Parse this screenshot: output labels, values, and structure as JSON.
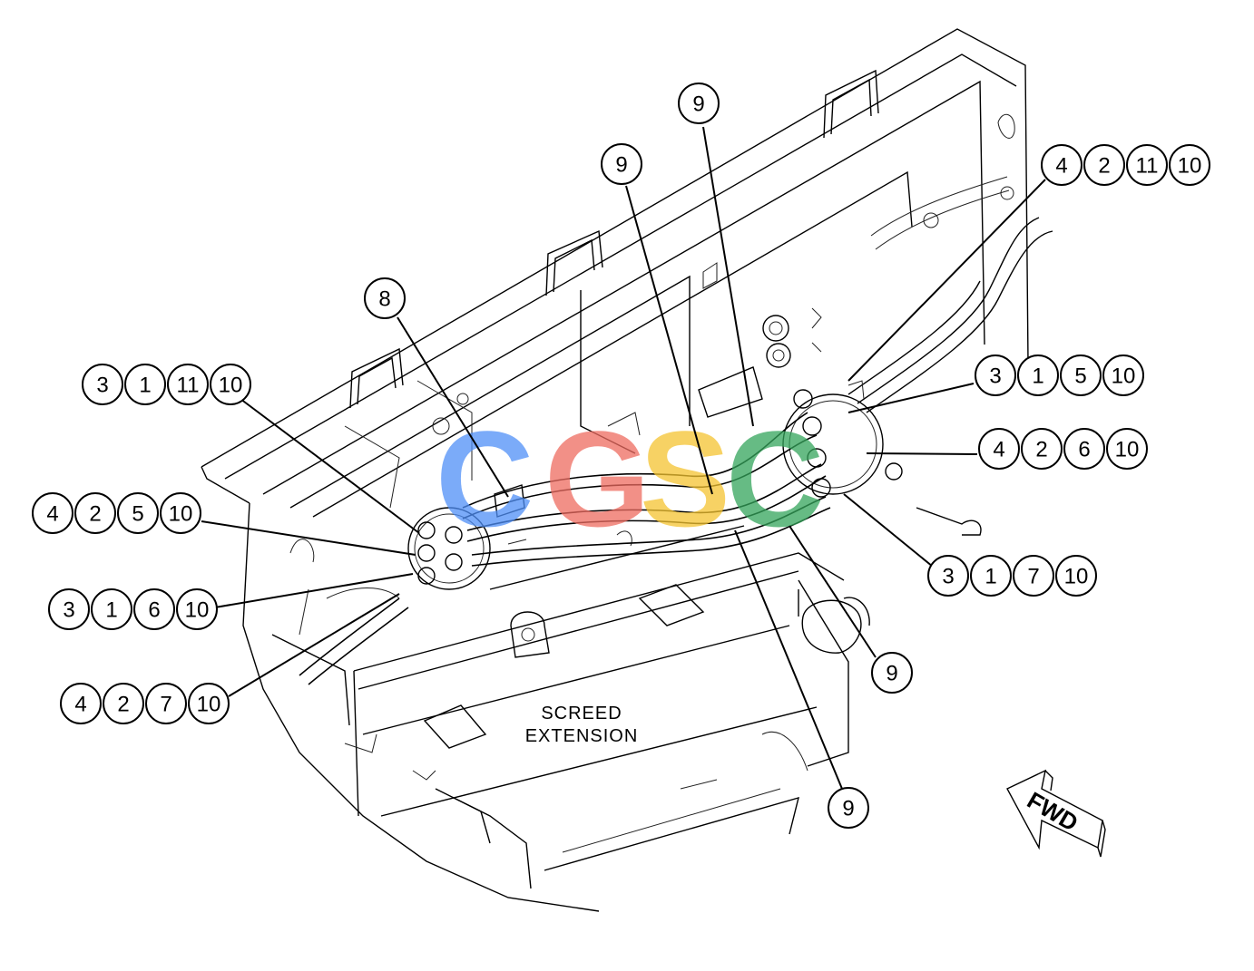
{
  "diagram": {
    "screed_label_line1": "SCREED",
    "screed_label_line2": "EXTENSION",
    "fwd_label": "FWD",
    "watermark": {
      "letters": [
        "C",
        "G",
        "S",
        "C"
      ],
      "colors": [
        "#4f8ff7",
        "#ee6b60",
        "#f5c431",
        "#34a55b"
      ]
    },
    "callout_groups": [
      {
        "id": "top-9",
        "numbers": [
          "9"
        ]
      },
      {
        "id": "upper-9",
        "numbers": [
          "9"
        ]
      },
      {
        "id": "callout-8",
        "numbers": [
          "8"
        ]
      },
      {
        "id": "right-top",
        "numbers": [
          "4",
          "2",
          "11",
          "10"
        ]
      },
      {
        "id": "right-3-1-5",
        "numbers": [
          "3",
          "1",
          "5",
          "10"
        ]
      },
      {
        "id": "right-4-2-6",
        "numbers": [
          "4",
          "2",
          "6",
          "10"
        ]
      },
      {
        "id": "right-3-1-7",
        "numbers": [
          "3",
          "1",
          "7",
          "10"
        ]
      },
      {
        "id": "left-3-1-11",
        "numbers": [
          "3",
          "1",
          "11",
          "10"
        ]
      },
      {
        "id": "left-4-2-5",
        "numbers": [
          "4",
          "2",
          "5",
          "10"
        ]
      },
      {
        "id": "left-3-1-6",
        "numbers": [
          "3",
          "1",
          "6",
          "10"
        ]
      },
      {
        "id": "left-4-2-7",
        "numbers": [
          "4",
          "2",
          "7",
          "10"
        ]
      },
      {
        "id": "lower-9",
        "numbers": [
          "9"
        ]
      },
      {
        "id": "bottom-9",
        "numbers": [
          "9"
        ]
      }
    ]
  }
}
